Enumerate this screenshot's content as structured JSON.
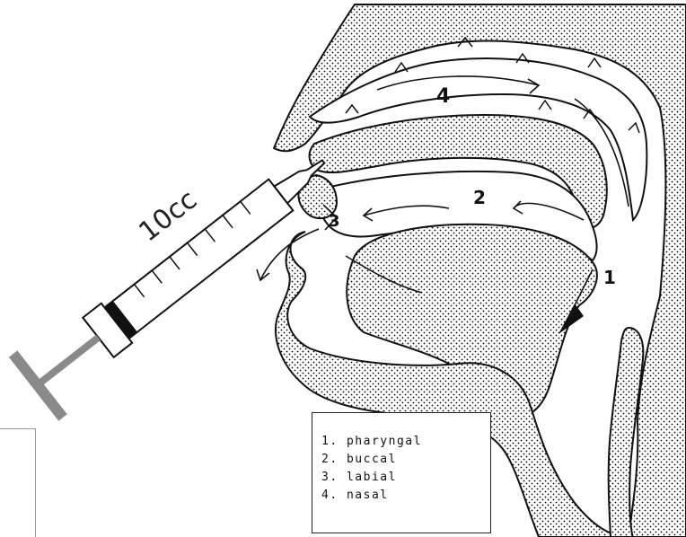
{
  "syringe": {
    "volume_label": "10cc"
  },
  "regions": {
    "label_1": "1",
    "label_2": "2",
    "label_3": "3",
    "label_4": "4"
  },
  "legend": {
    "items": [
      "1. pharyngal",
      "2. buccal",
      "3. labial",
      "4. nasal"
    ]
  },
  "colors": {
    "ink": "#111111",
    "stipple": "#000000",
    "background": "#ffffff",
    "plunger": "#8a8a8a"
  }
}
